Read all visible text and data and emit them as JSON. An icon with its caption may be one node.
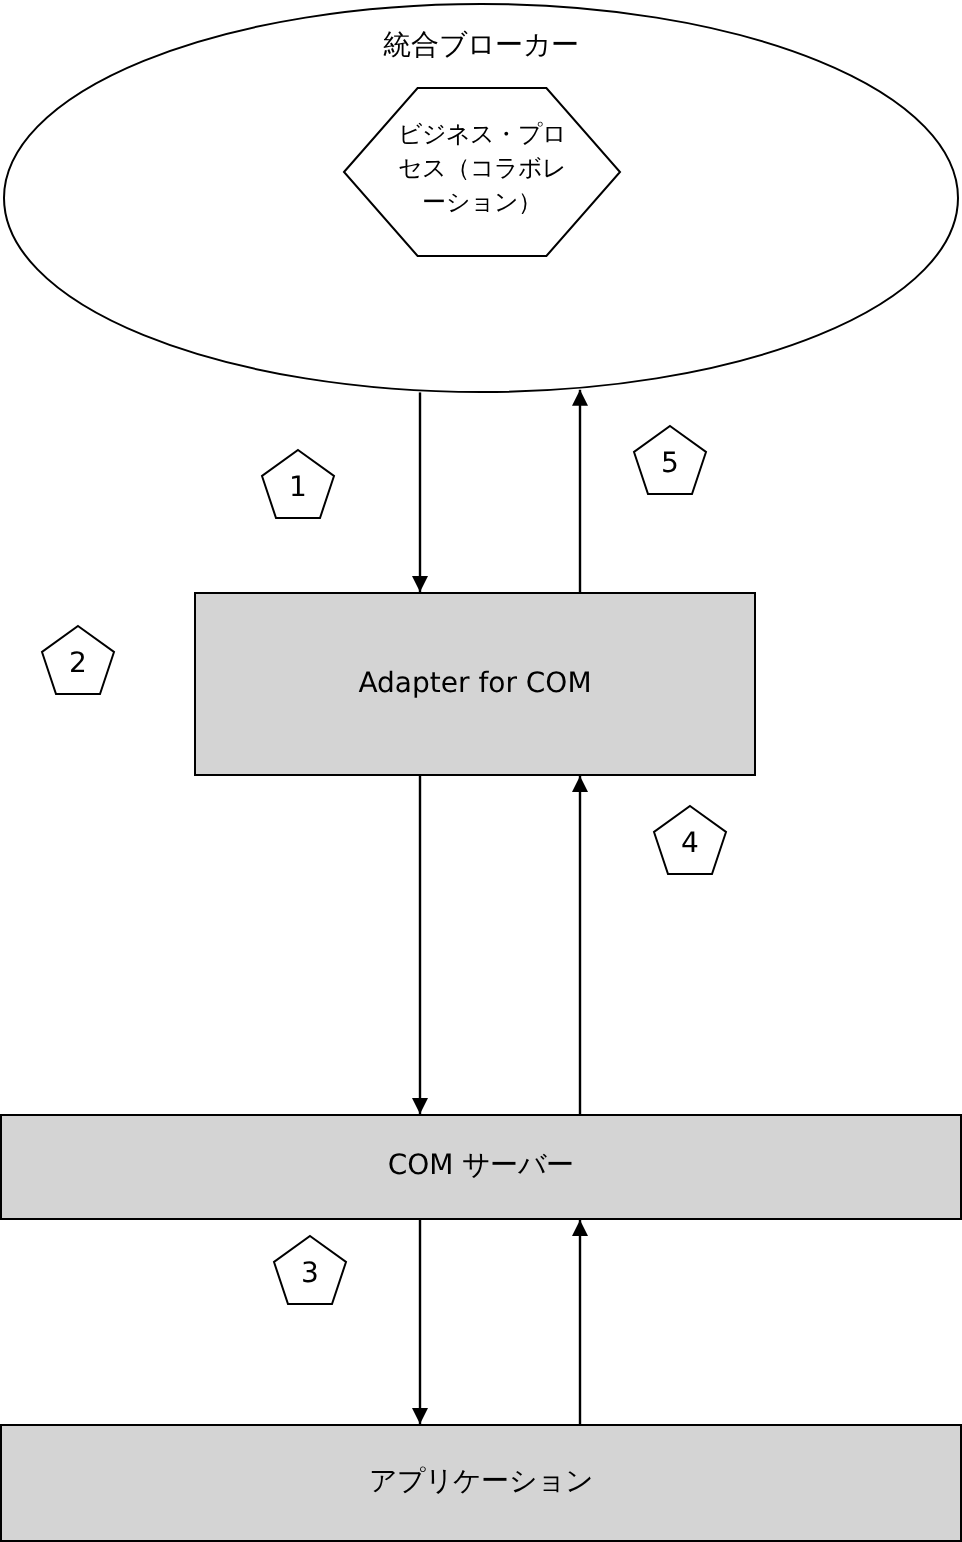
{
  "diagram": {
    "nodes": [
      {
        "text": [
          "統合ブローカー"
        ]
      },
      {
        "text": [
          "ビジネス・プロセス（コラボレーション）"
        ],
        "in": 0
      },
      {
        "text": [
          "Adapter for COM"
        ]
      },
      {
        "text": [
          "COM サーバー"
        ]
      },
      {
        "text": [
          "アプリケーション"
        ]
      }
    ],
    "edges": [
      {
        "from": 0,
        "to": 2,
        "arrow": "to"
      },
      {
        "from": 2,
        "to": 0,
        "arrow": "to"
      },
      {
        "from": 2,
        "to": 3,
        "arrow": "to"
      },
      {
        "from": 3,
        "to": 2,
        "arrow": "to"
      },
      {
        "from": 3,
        "to": 4,
        "arrow": "to"
      },
      {
        "from": 4,
        "to": 3,
        "arrow": "to"
      }
    ],
    "labels": [
      "1",
      "5",
      "2",
      "4",
      "3"
    ]
  }
}
